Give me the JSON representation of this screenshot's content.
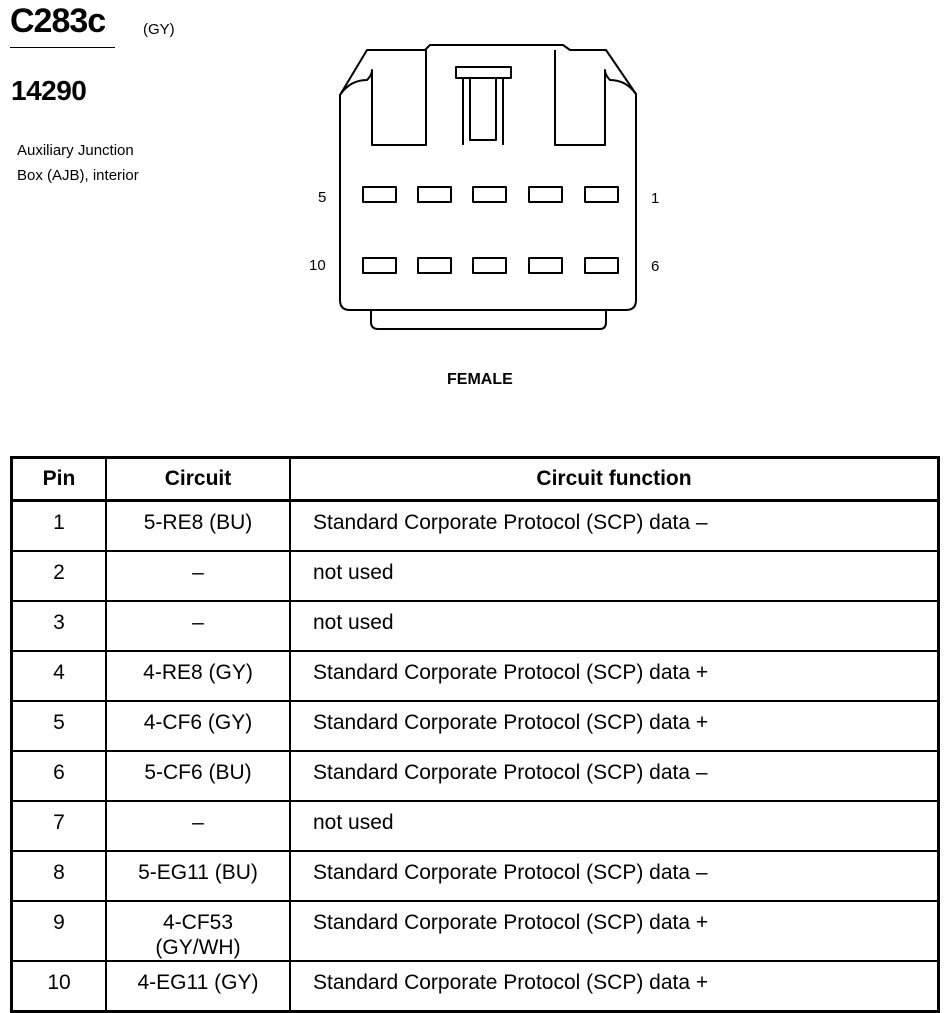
{
  "header": {
    "connector_id": "C283c",
    "connector_color": "(GY)",
    "part_number": "14290",
    "description_lines": [
      "Auxiliary Junction",
      "Box (AJB), interior"
    ]
  },
  "diagram": {
    "pin_labels": {
      "top_left": "5",
      "top_right": "1",
      "bottom_left": "10",
      "bottom_right": "6"
    },
    "gender": "FEMALE"
  },
  "table": {
    "headers": {
      "pin": "Pin",
      "circuit": "Circuit",
      "function": "Circuit function"
    },
    "rows": [
      {
        "pin": "1",
        "circuit": "5-RE8 (BU)",
        "function": "Standard Corporate Protocol (SCP) data –"
      },
      {
        "pin": "2",
        "circuit": "–",
        "function": "not used"
      },
      {
        "pin": "3",
        "circuit": "–",
        "function": "not used"
      },
      {
        "pin": "4",
        "circuit": "4-RE8 (GY)",
        "function": "Standard Corporate Protocol (SCP) data +"
      },
      {
        "pin": "5",
        "circuit": "4-CF6 (GY)",
        "function": "Standard Corporate Protocol (SCP) data +"
      },
      {
        "pin": "6",
        "circuit": "5-CF6 (BU)",
        "function": "Standard Corporate Protocol (SCP) data –"
      },
      {
        "pin": "7",
        "circuit": "–",
        "function": "not used"
      },
      {
        "pin": "8",
        "circuit": "5-EG11 (BU)",
        "function": "Standard Corporate Protocol (SCP) data –"
      },
      {
        "pin": "9",
        "circuit": "4-CF53\n(GY/WH)",
        "function": "Standard Corporate Protocol (SCP) data +"
      },
      {
        "pin": "10",
        "circuit": "4-EG11 (GY)",
        "function": "Standard Corporate Protocol (SCP) data +"
      }
    ]
  }
}
